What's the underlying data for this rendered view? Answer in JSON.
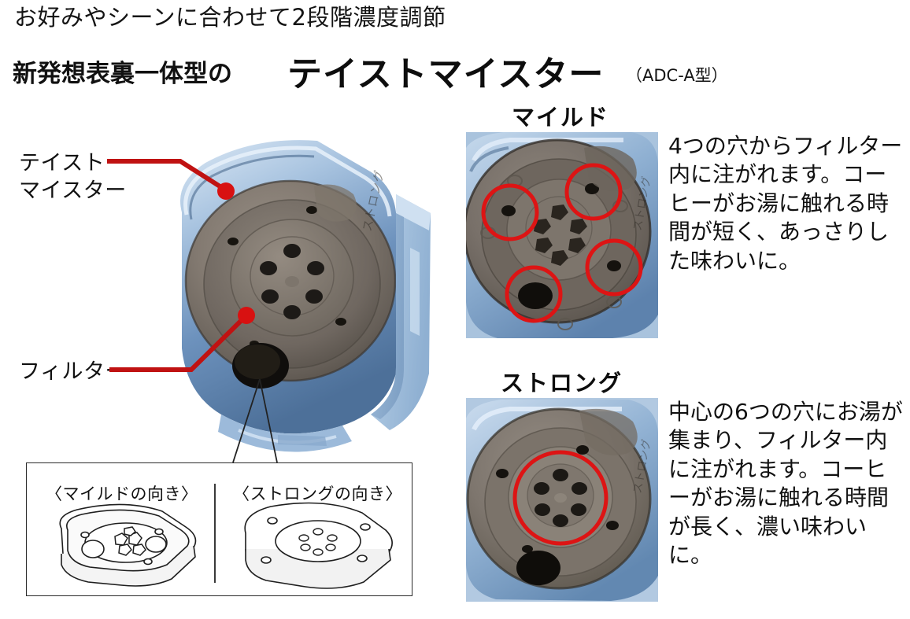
{
  "header": {
    "kicker": "お好みやシーンに合わせて2段階濃度調節",
    "subhead": "新発想表裏一体型の",
    "product_title": "テイストマイスター",
    "model_code": "（ADC-A型）"
  },
  "callouts": [
    {
      "name": "taste-meister",
      "line1": "テイスト",
      "line2": "マイスター"
    },
    {
      "name": "filter",
      "line1": "フィルター",
      "line2": ""
    }
  ],
  "sections": [
    {
      "id": "mild",
      "heading": "マイルド",
      "body": "4つの穴からフィルター内に注がれます。コーヒーがお湯に触れる時間が短く、あっさりした味わいに。",
      "highlight_count": 4,
      "highlight_kind": "four-outer-holes"
    },
    {
      "id": "strong",
      "heading": "ストロング",
      "body": "中心の6つの穴にお湯が集まり、フィルター内に注がれます。コーヒーがお湯に触れる時間が長く、濃い味わいに。",
      "highlight_count": 1,
      "highlight_kind": "center-six-holes"
    }
  ],
  "inset": {
    "captions": [
      "〈マイルドの向き〉",
      "〈ストロングの向き〉"
    ]
  },
  "colors": {
    "accent_red": "#cc1414",
    "body_blue_light": "#bed4ea",
    "body_blue_mid": "#8fb2d4",
    "body_blue_dark": "#5d82ad",
    "plastic_dark": "#6e6760",
    "plastic_mid": "#8d857c",
    "text": "#111111",
    "line": "#2a2a2a"
  }
}
